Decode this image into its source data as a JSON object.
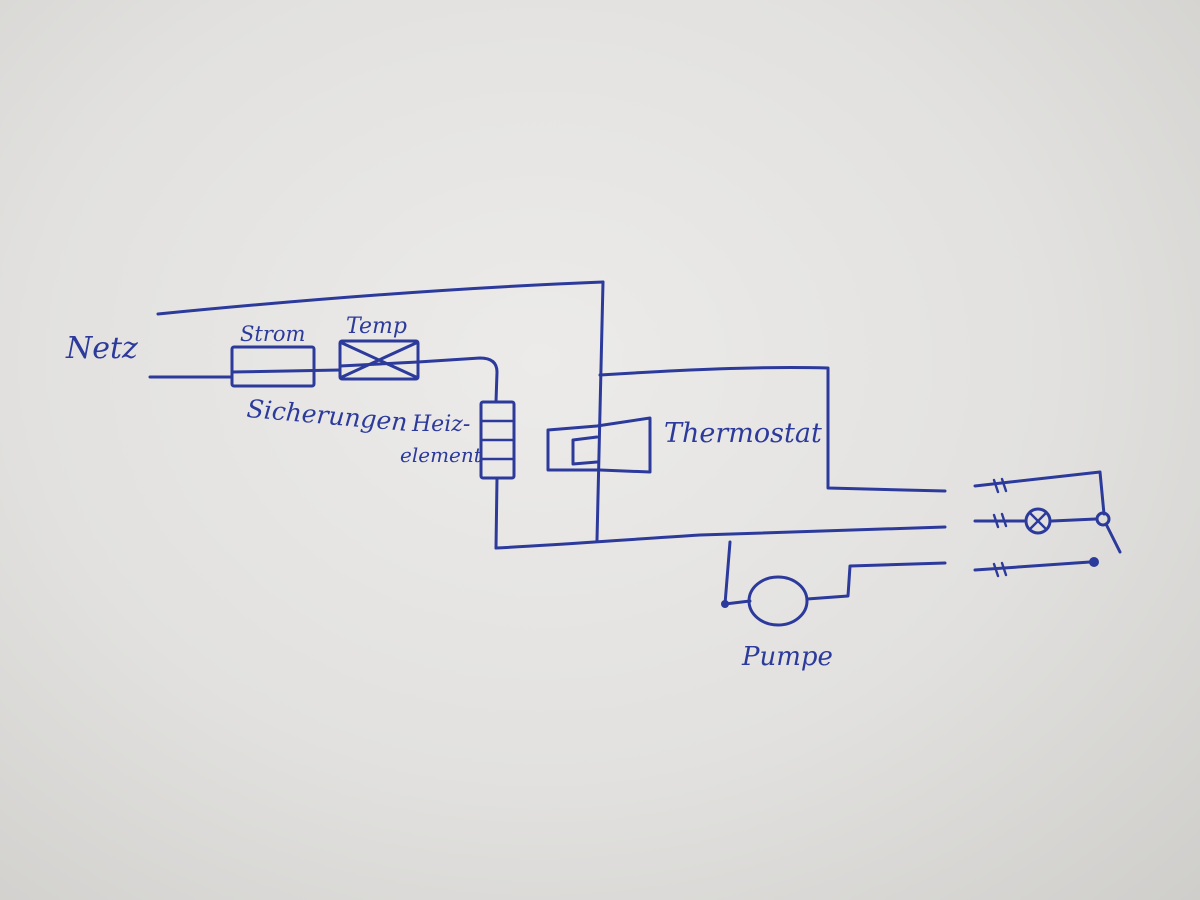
{
  "labels": {
    "netz": "Netz",
    "strom": "Strom",
    "temp": "Temp",
    "sicherungen": "Sicherungen",
    "heiz_line1": "Heiz-",
    "heiz_line2": "element",
    "thermostat": "Thermostat",
    "pumpe": "Pumpe"
  },
  "ink_color": "#2c3a9c",
  "paper_color": "#e6e5e3"
}
